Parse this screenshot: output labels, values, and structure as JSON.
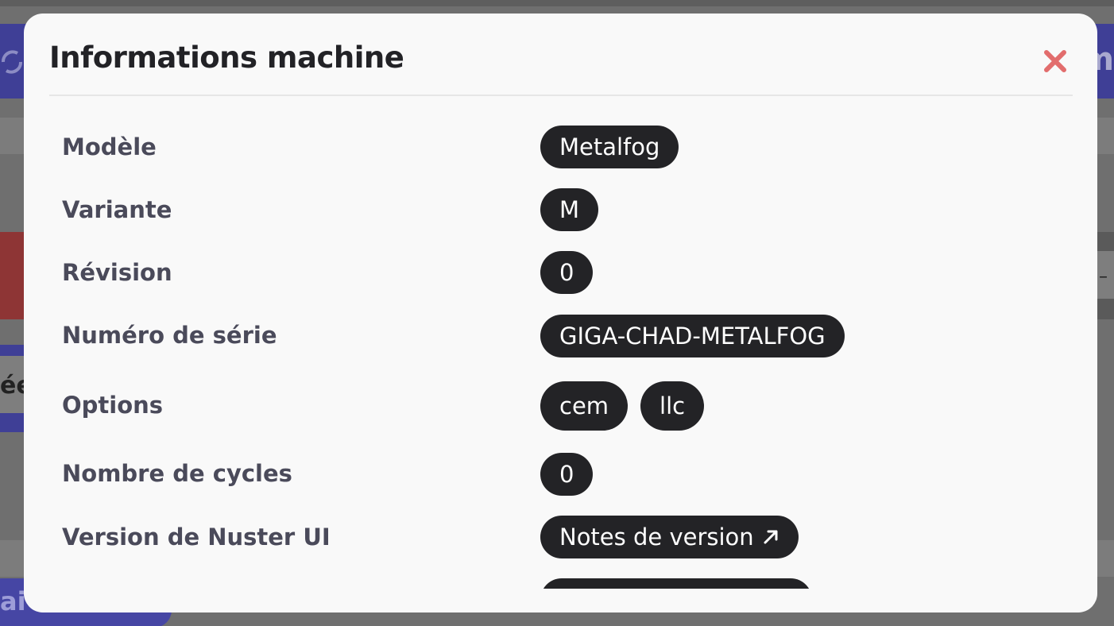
{
  "background": {
    "navbar_right_text": "m",
    "side_text": "ée",
    "bottom_button_text": "ai"
  },
  "modal": {
    "title": "Informations machine",
    "close_icon": "close-icon",
    "rows": [
      {
        "label": "Modèle",
        "values": [
          "Metalfog"
        ]
      },
      {
        "label": "Variante",
        "values": [
          "M"
        ]
      },
      {
        "label": "Révision",
        "values": [
          "0"
        ]
      },
      {
        "label": "Numéro de série",
        "values": [
          "GIGA-CHAD-METALFOG"
        ]
      },
      {
        "label": "Options",
        "values": [
          "cem",
          "llc"
        ]
      },
      {
        "label": "Nombre de cycles",
        "values": [
          "0"
        ]
      },
      {
        "label": "Version de Nuster UI",
        "link": "Notes de version",
        "link_icon": "external-link-arrow-icon"
      }
    ]
  },
  "colors": {
    "chip_bg": "#232326",
    "close_icon": "#e26d6d",
    "navbar": "#3f3f96",
    "label_text": "#4a4a5a"
  }
}
